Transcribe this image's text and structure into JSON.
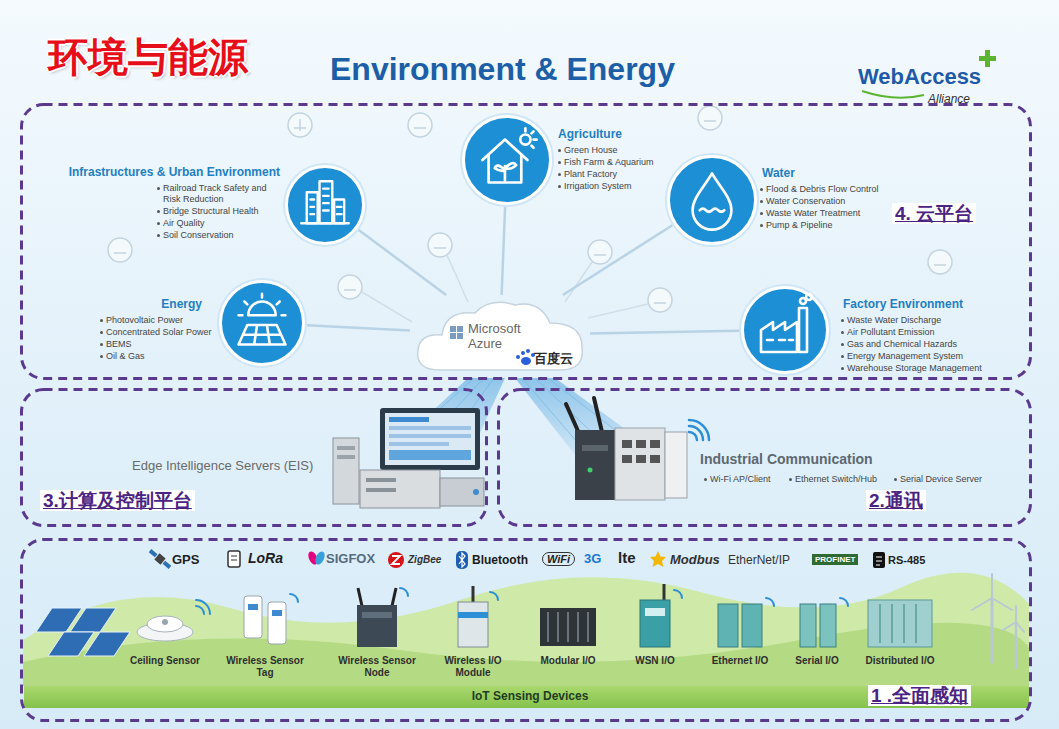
{
  "diagram": {
    "title": "环境与能源",
    "nodes": [
      {
        "text": [
          "4. 云平台"
        ]
      },
      {
        "text": [
          "Infrastructures & Urban Environment",
          "Railroad Track Safety and Risk Reduction",
          "Bridge Structural Health",
          "Air Quality",
          "Soil Conservation"
        ],
        "in": 0
      },
      {
        "text": [
          "Agriculture",
          "Green House",
          "Fish Farm & Aquarium",
          "Plant Factory",
          "Irrigation System"
        ],
        "in": 0
      },
      {
        "text": [
          "Water",
          "Flood & Debris Flow Control",
          "Water Conservation",
          "Waste Water Treatment",
          "Pump & Pipeline"
        ],
        "in": 0
      },
      {
        "text": [
          "Energy",
          "Photovoltaic Power",
          "Concentrated Solar Power",
          "BEMS",
          "Oil & Gas"
        ],
        "in": 0
      },
      {
        "text": [
          "Microsoft Azure",
          "百度云"
        ],
        "in": 0
      },
      {
        "text": [
          "Factory Environment",
          "Waste Water Discharge",
          "Air Pollutant Emission",
          "Gas and Chemical Hazards",
          "Energy Management System",
          "Warehouse Storage Management"
        ],
        "in": 0
      },
      {
        "text": [
          "Edge Intelligence Servers (EIS)",
          "3.计算及控制平台"
        ]
      },
      {
        "text": [
          "Industrial Communication",
          "Wi-Fi AP/Client",
          "Ethernet Switch/Hub",
          "Serial Device Server",
          "2.通讯"
        ]
      },
      {
        "text": [
          "GPS",
          "LoRa",
          "SIGFOX",
          "ZigBee",
          "Bluetooth",
          "WiFi",
          "3G",
          "lte",
          "Modbus",
          "EtherNet/IP",
          "PROFINET",
          "RS-485",
          "Ceiling Sensor",
          "Wireless Sensor Tag",
          "Wireless Sensor Node",
          "Wireless I/O Module",
          "Modular I/O",
          "WSN I/O",
          "Ethernet I/O",
          "Serial I/O",
          "Distributed I/O",
          "IoT Sensing Devices",
          "1 .全面感知"
        ]
      }
    ],
    "edges": [
      {
        "from": 5,
        "to": 1,
        "arrow": "none"
      },
      {
        "from": 5,
        "to": 2,
        "arrow": "none"
      },
      {
        "from": 5,
        "to": 3,
        "arrow": "none"
      },
      {
        "from": 5,
        "to": 4,
        "arrow": "none"
      },
      {
        "from": 5,
        "to": 6,
        "arrow": "none"
      }
    ],
    "labels": [
      "Environment & Energy",
      "WebAccess",
      "Alliance"
    ]
  }
}
